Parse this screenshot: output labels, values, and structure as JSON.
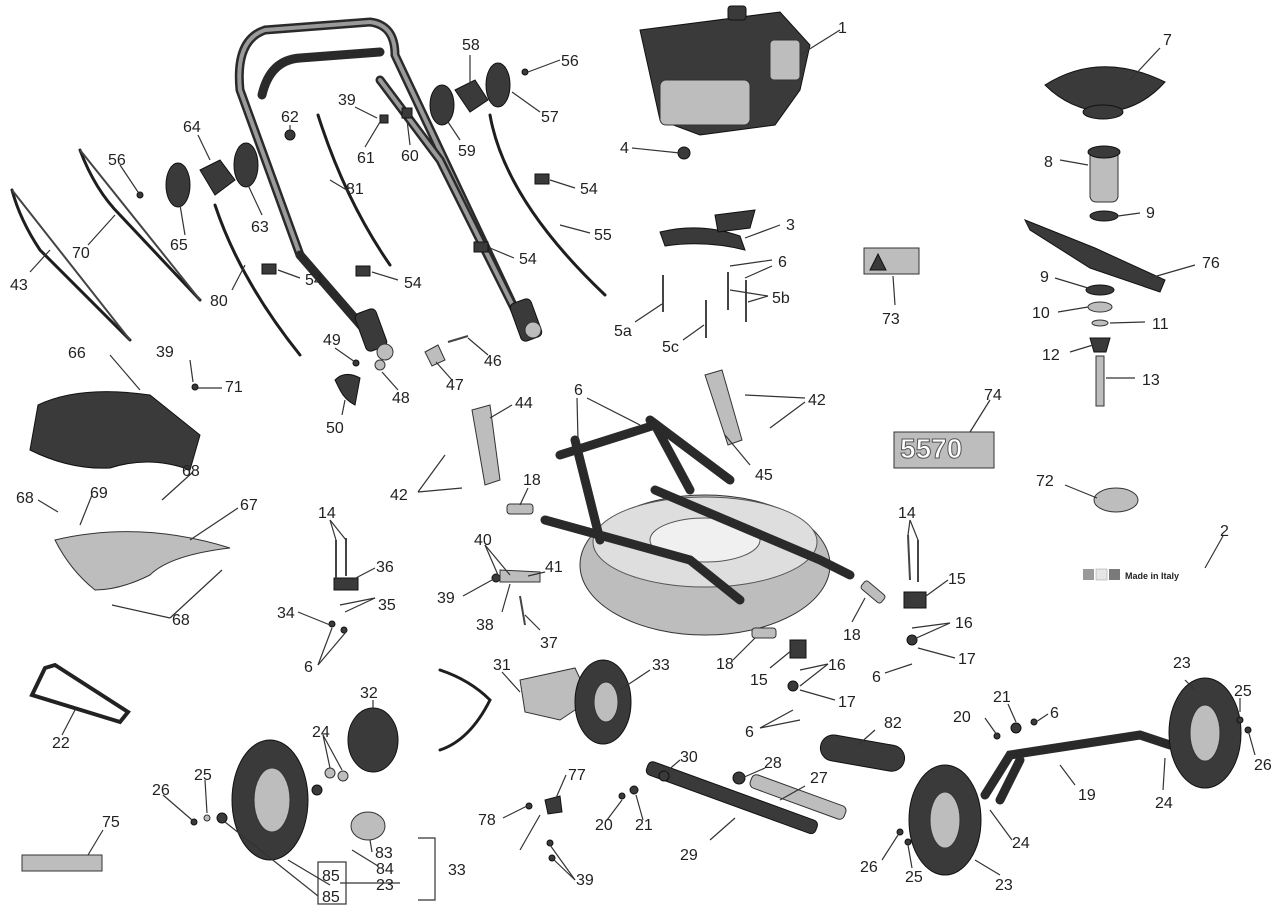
{
  "labels": {
    "l1": "1",
    "l2": "2",
    "l3": "3",
    "l4": "4",
    "l5a": "5a",
    "l5b": "5b",
    "l5c": "5c",
    "l6a": "6",
    "l6b": "6",
    "l6c": "6",
    "l6d": "6",
    "l6e": "6",
    "l6f": "6",
    "l7": "7",
    "l8": "8",
    "l9a": "9",
    "l9b": "9",
    "l10": "10",
    "l11": "11",
    "l12": "12",
    "l13": "13",
    "l14a": "14",
    "l14b": "14",
    "l15a": "15",
    "l15b": "15",
    "l16a": "16",
    "l16b": "16",
    "l17a": "17",
    "l17b": "17",
    "l18a": "18",
    "l18b": "18",
    "l18c": "18",
    "l19": "19",
    "l20a": "20",
    "l20b": "20",
    "l21a": "21",
    "l21b": "21",
    "l22": "22",
    "l23a": "23",
    "l23b": "23",
    "l23c": "23",
    "l24a": "24",
    "l24b": "24",
    "l24c": "24",
    "l25a": "25",
    "l25b": "25",
    "l25c": "25",
    "l26a": "26",
    "l26b": "26",
    "l26c": "26",
    "l27": "27",
    "l28": "28",
    "l29": "29",
    "l30": "30",
    "l31": "31",
    "l32": "32",
    "l33a": "33",
    "l33b": "33",
    "l34": "34",
    "l35": "35",
    "l36": "36",
    "l37": "37",
    "l38": "38",
    "l39a": "39",
    "l39b": "39",
    "l39c": "39",
    "l39d": "39",
    "l40": "40",
    "l41": "41",
    "l42a": "42",
    "l42b": "42",
    "l43": "43",
    "l44": "44",
    "l45": "45",
    "l46": "46",
    "l47": "47",
    "l48": "48",
    "l49": "49",
    "l50": "50",
    "l54a": "54",
    "l54b": "54",
    "l54c": "54",
    "l54d": "54",
    "l55": "55",
    "l56a": "56",
    "l56b": "56",
    "l57": "57",
    "l58": "58",
    "l59": "59",
    "l60": "60",
    "l61": "61",
    "l62": "62",
    "l63": "63",
    "l64": "64",
    "l65": "65",
    "l66": "66",
    "l67": "67",
    "l68a": "68",
    "l68b": "68",
    "l68c": "68",
    "l69": "69",
    "l70": "70",
    "l71": "71",
    "l72": "72",
    "l73": "73",
    "l74": "74",
    "l75": "75",
    "l76": "76",
    "l77": "77",
    "l78": "78",
    "l80": "80",
    "l81": "81",
    "l82": "82",
    "l83": "83",
    "l84": "84",
    "l85a": "85",
    "l85b": "85"
  },
  "decal_model": "5570",
  "decal_made_in": "Made in Italy",
  "colors": {
    "ink": "#222222",
    "part_dark": "#3a3a3a",
    "part_light": "#bdbdbd"
  }
}
